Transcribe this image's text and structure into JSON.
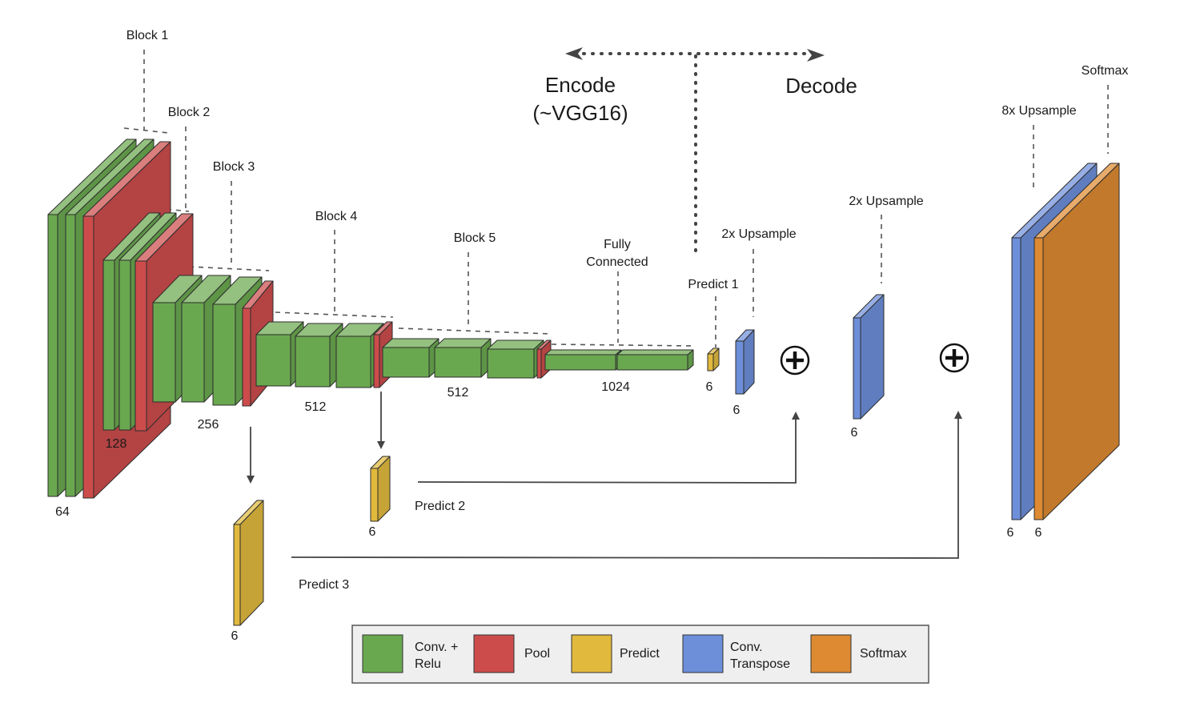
{
  "colors": {
    "conv": "#6aa84f",
    "pool": "#cc4c4c",
    "predict": "#e1b93d",
    "transpose": "#6d8fd9",
    "softmax": "#dd8a32"
  },
  "headings": {
    "encode_line1": "Encode",
    "encode_line2": "(~VGG16)",
    "decode": "Decode"
  },
  "blocks": {
    "block1": "Block 1",
    "block2": "Block 2",
    "block3": "Block 3",
    "block4": "Block 4",
    "block5": "Block 5",
    "fc_line1": "Fully",
    "fc_line2": "Connected"
  },
  "sizes": {
    "b1": "64",
    "b2": "128",
    "b3": "256",
    "b4": "512",
    "b5": "512",
    "fc": "1024",
    "pred1": "6",
    "up1": "6",
    "up2": "6",
    "pred2": "6",
    "pred3": "6",
    "final_up": "6",
    "final_soft": "6"
  },
  "labels": {
    "predict1": "Predict 1",
    "predict2": "Predict 2",
    "predict3": "Predict 3",
    "upsample2x_a": "2x Upsample",
    "upsample2x_b": "2x Upsample",
    "upsample8x": "8x Upsample",
    "softmax": "Softmax"
  },
  "legend": [
    {
      "key": "conv",
      "line1": "Conv. +",
      "line2": "Relu"
    },
    {
      "key": "pool",
      "line1": "Pool",
      "line2": ""
    },
    {
      "key": "predict",
      "line1": "Predict",
      "line2": ""
    },
    {
      "key": "transpose",
      "line1": "Conv.",
      "line2": "Transpose"
    },
    {
      "key": "softmax",
      "line1": "Softmax",
      "line2": ""
    }
  ]
}
